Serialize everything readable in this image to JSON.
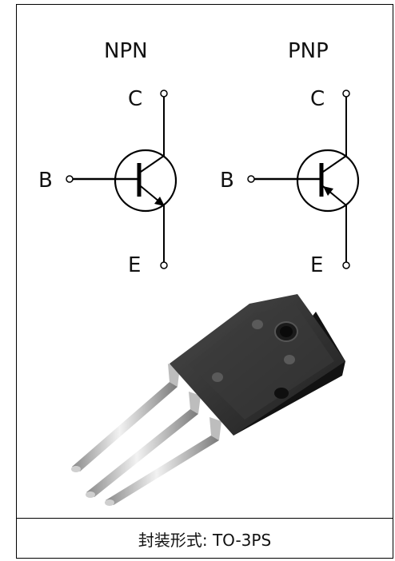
{
  "npn": {
    "title": "NPN",
    "collector": "C",
    "base": "B",
    "emitter": "E"
  },
  "pnp": {
    "title": "PNP",
    "collector": "C",
    "base": "B",
    "emitter": "E"
  },
  "caption": "封装形式: TO-3PS"
}
